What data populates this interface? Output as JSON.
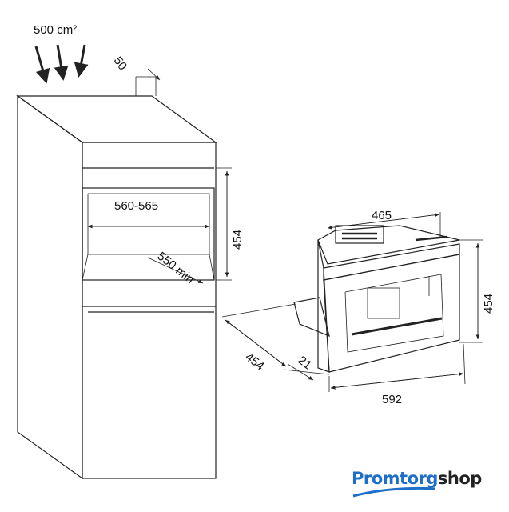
{
  "labels": {
    "ventilation": "500 cm²",
    "top_gap": "50",
    "niche_width": "560-565",
    "niche_height": "454",
    "niche_depth": "550 min",
    "machine_depth_top": "465",
    "machine_height": "454",
    "machine_depth": "454",
    "front_offset": "21",
    "machine_width": "592"
  },
  "logo": {
    "part1": "Promtorg",
    "part2": "shop",
    "color": "#1f6fc9"
  }
}
